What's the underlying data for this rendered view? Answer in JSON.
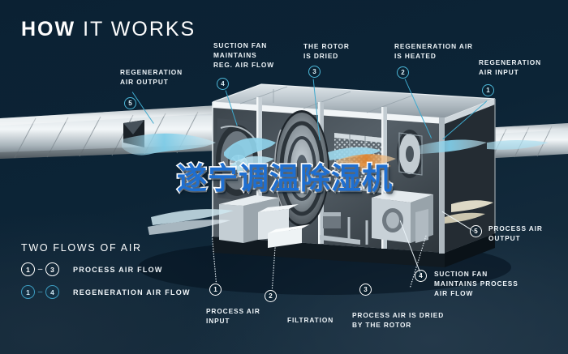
{
  "title": {
    "bold": "HOW",
    "light": "IT WORKS"
  },
  "watermark": {
    "text": "遂宁调温除湿机",
    "fill_color": "#1f6fd0",
    "stroke_color": "#ffffff"
  },
  "theme": {
    "background": "#0c2436",
    "accent_teal": "#3ea9cd",
    "marker_white": "#ffffff",
    "text": "#eef4f8",
    "airflow_blue": "#8fd3ea",
    "airflow_orange": "#e08a3c"
  },
  "callouts": [
    {
      "id": "regeneration-air-output",
      "number": "5",
      "style": "teal",
      "label": "REGENERATION\nAIR OUTPUT"
    },
    {
      "id": "suction-fan-reg",
      "number": "4",
      "style": "teal",
      "label": "SUCTION FAN\nMAINTAINS\nREG. AIR FLOW"
    },
    {
      "id": "rotor-is-dried",
      "number": "3",
      "style": "teal",
      "label": "THE ROTOR\nIS DRIED"
    },
    {
      "id": "regeneration-air-heated",
      "number": "2",
      "style": "teal",
      "label": "REGENERATION AIR\nIS HEATED"
    },
    {
      "id": "regeneration-air-input",
      "number": "1",
      "style": "teal",
      "label": "REGENERATION\nAIR INPUT"
    },
    {
      "id": "process-air-output",
      "number": "5",
      "style": "white",
      "label": "PROCESS AIR\nOUTPUT"
    },
    {
      "id": "suction-fan-process",
      "number": "4",
      "style": "white",
      "label": "SUCTION FAN\nMAINTAINS PROCESS\nAIR FLOW"
    },
    {
      "id": "process-air-dried",
      "number": "3",
      "style": "white",
      "label": "PROCESS AIR IS DRIED\nBY THE ROTOR"
    },
    {
      "id": "filtration",
      "number": "2",
      "style": "white",
      "label": "FILTRATION"
    },
    {
      "id": "process-air-input",
      "number": "1",
      "style": "white",
      "label": "PROCESS AIR\nINPUT"
    }
  ],
  "legend": {
    "heading": "TWO FLOWS OF AIR",
    "rows": [
      {
        "from": "1",
        "dash": "–",
        "to": "3",
        "label": "PROCESS AIR FLOW",
        "style": "white"
      },
      {
        "from": "1",
        "dash": "–",
        "to": "4",
        "label": "REGENERATION AIR FLOW",
        "style": "teal"
      }
    ]
  }
}
